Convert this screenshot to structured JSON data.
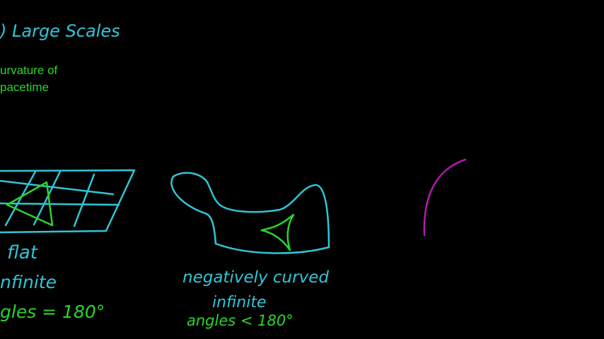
{
  "colors": {
    "background": "#000000",
    "cyan": "#2fc6d6",
    "green": "#2bd42b",
    "magenta": "#b01ab0"
  },
  "heading": {
    "text": ") Large Scales"
  },
  "typed_note": {
    "line1": "urvature of",
    "line2": "pacetime"
  },
  "flat": {
    "label1": "flat",
    "label2": "nfinite",
    "label3": "gles = 180°"
  },
  "saddle": {
    "label1": "negatively curved",
    "label2": "infinite",
    "label3": "angles < 180°"
  }
}
